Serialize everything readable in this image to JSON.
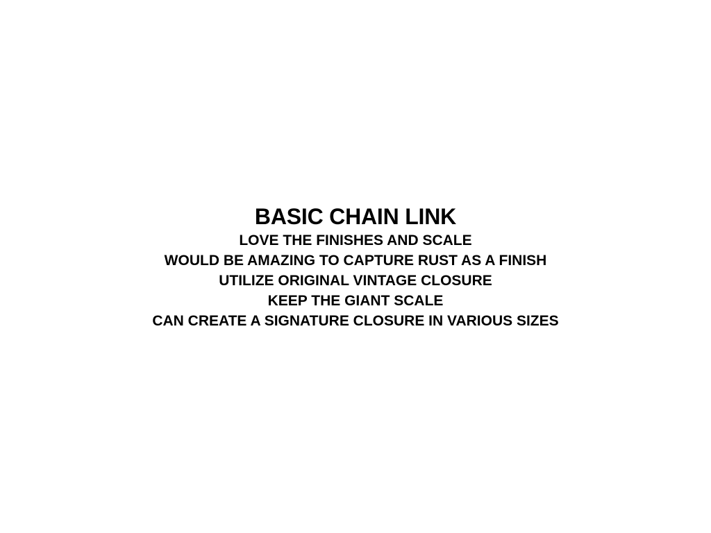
{
  "slide": {
    "title": "BASIC CHAIN LINK",
    "lines": [
      "LOVE THE FINISHES AND SCALE",
      "WOULD BE AMAZING TO CAPTURE RUST AS A FINISH",
      "UTILIZE ORIGINAL VINTAGE CLOSURE",
      "KEEP THE GIANT SCALE",
      "CAN CREATE A SIGNATURE CLOSURE IN VARIOUS SIZES"
    ]
  }
}
